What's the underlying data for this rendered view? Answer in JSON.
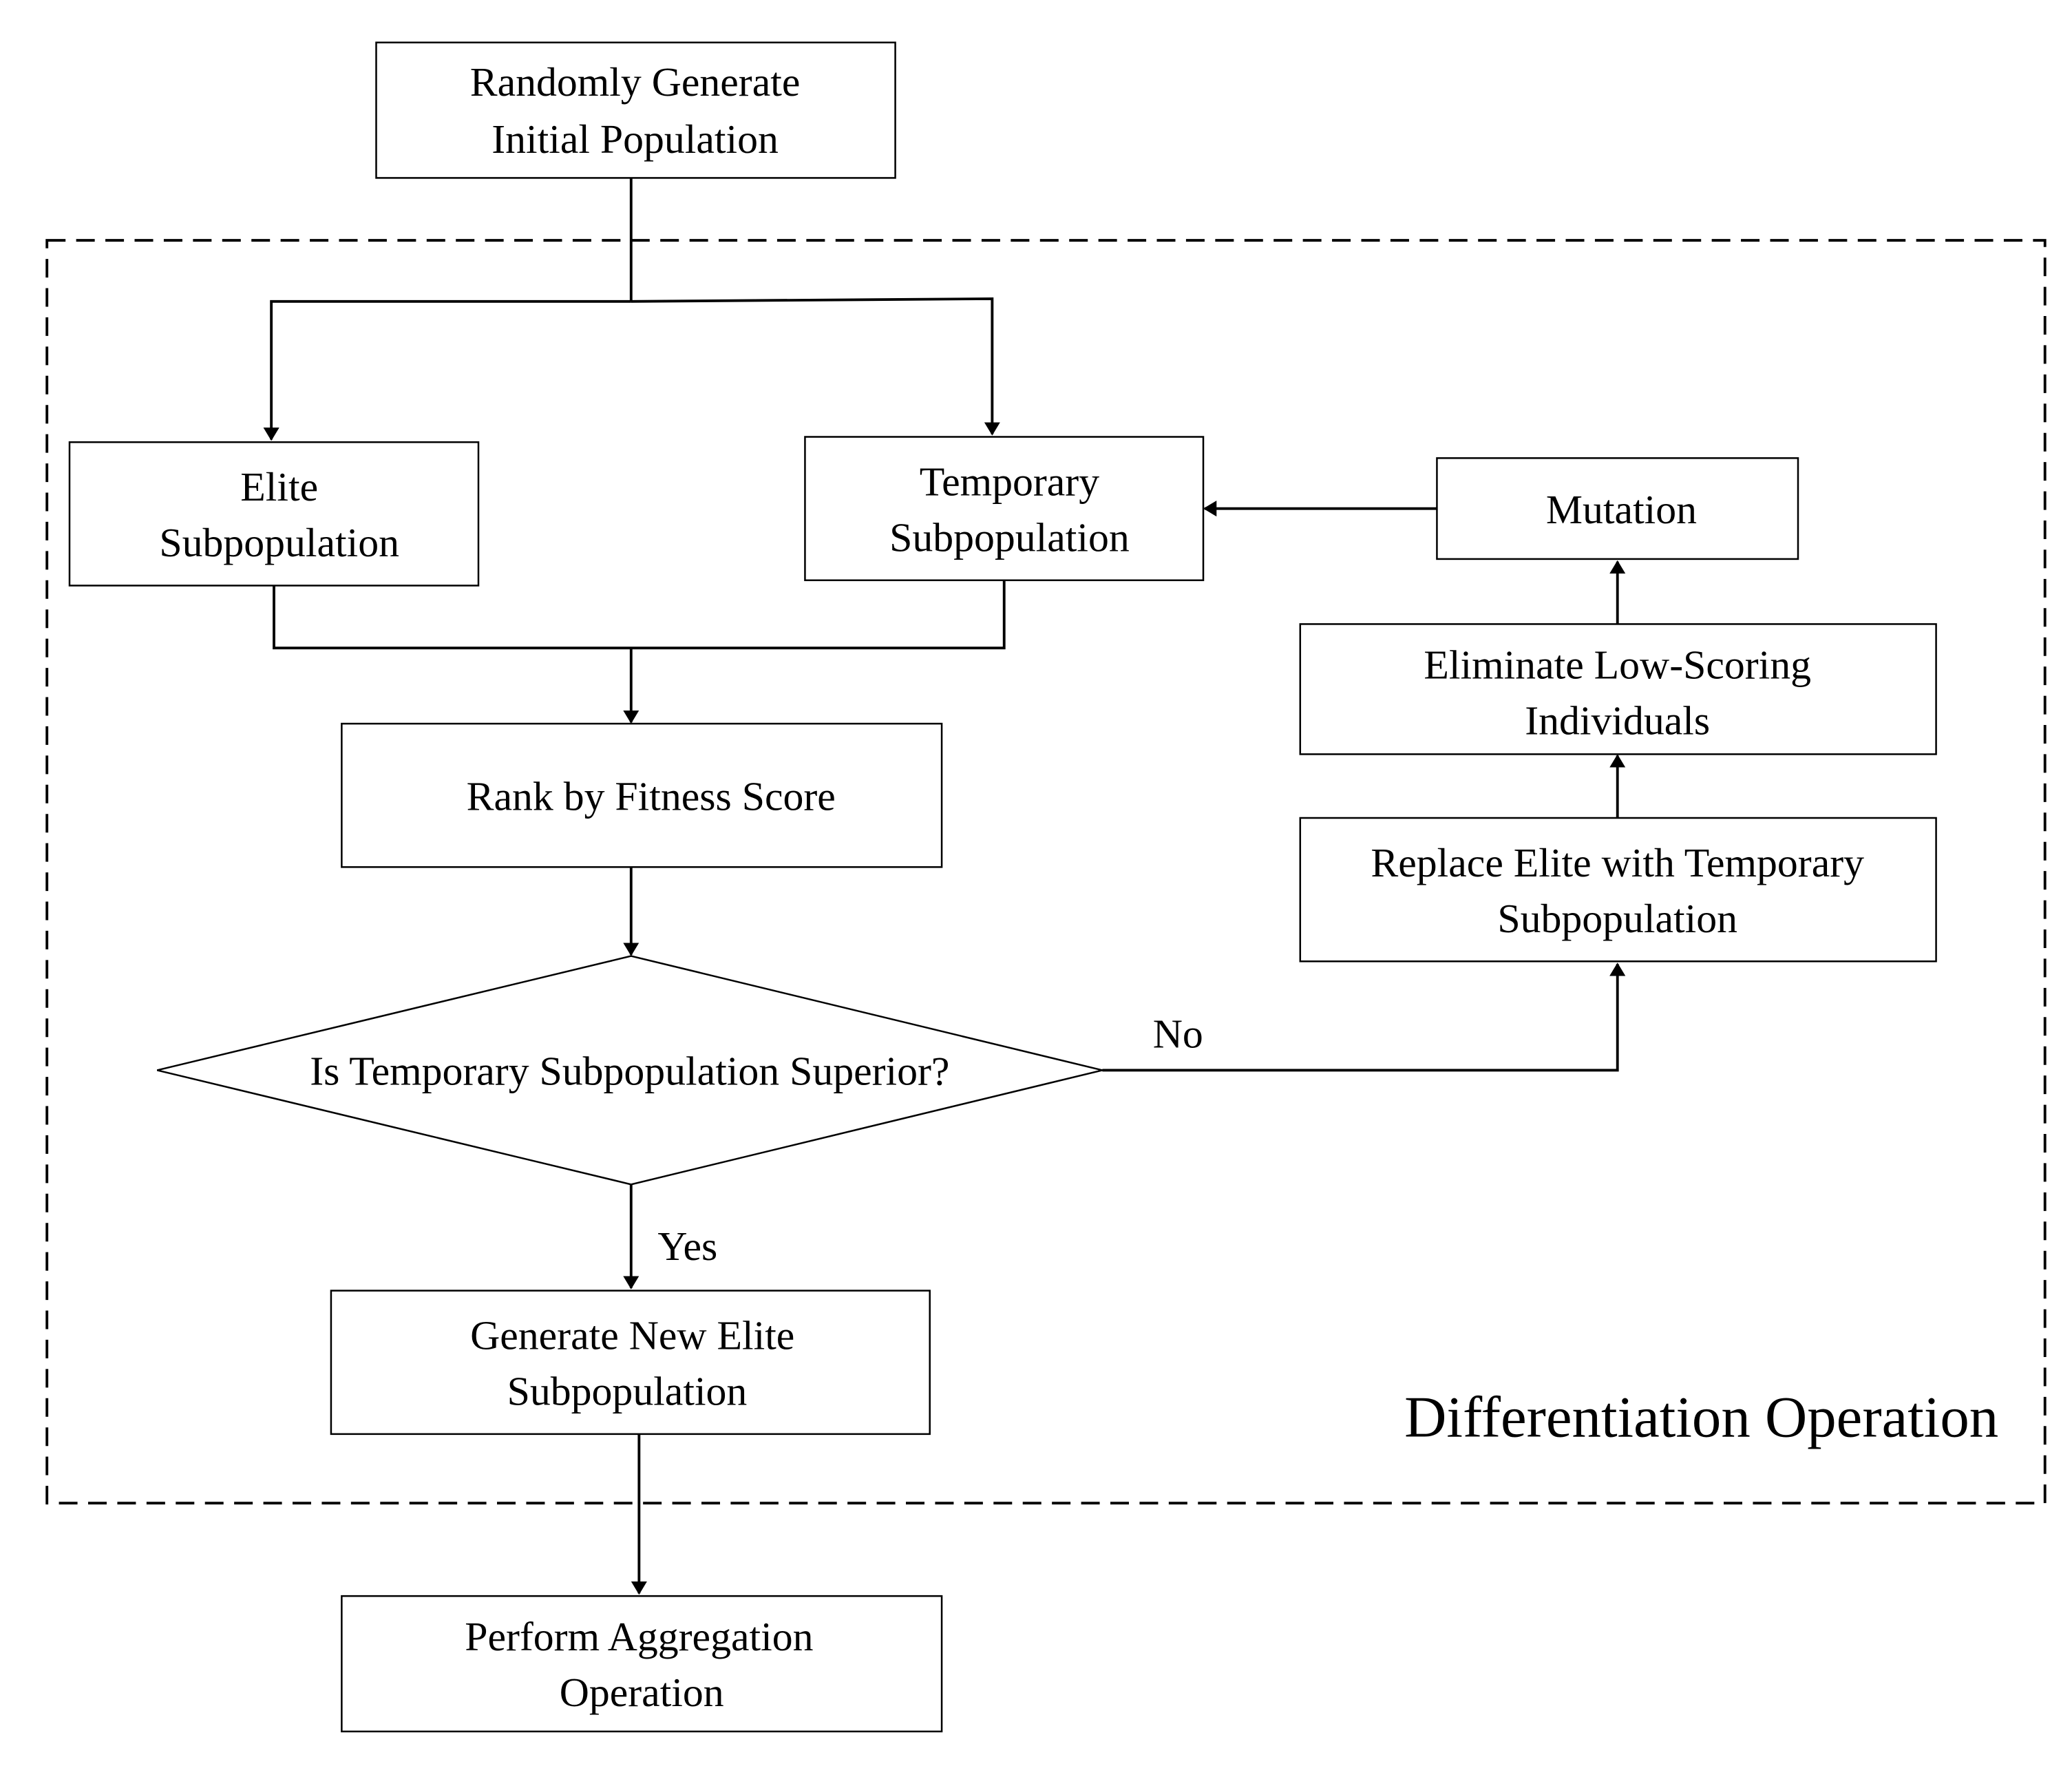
{
  "nodes": {
    "init": {
      "line1": "Randomly Generate",
      "line2": "Initial Population"
    },
    "elite": {
      "line1": "Elite",
      "line2": "Subpopulation"
    },
    "temp": {
      "line1": "Temporary",
      "line2": "Subpopulation"
    },
    "mutation": {
      "line1": "Mutation"
    },
    "eliminate": {
      "line1": "Eliminate Low-Scoring",
      "line2": "Individuals"
    },
    "replace": {
      "line1": "Replace Elite with Temporary",
      "line2": "Subpopulation"
    },
    "rank": {
      "line1": "Rank by Fitness Score"
    },
    "decision": {
      "line1": "Is Temporary Subpopulation Superior?"
    },
    "newelite": {
      "line1": "Generate New Elite",
      "line2": "Subpopulation"
    },
    "aggregate": {
      "line1": "Perform Aggregation",
      "line2": "Operation"
    }
  },
  "edge_labels": {
    "no": "No",
    "yes": "Yes"
  },
  "group_label": "Differentiation Operation"
}
